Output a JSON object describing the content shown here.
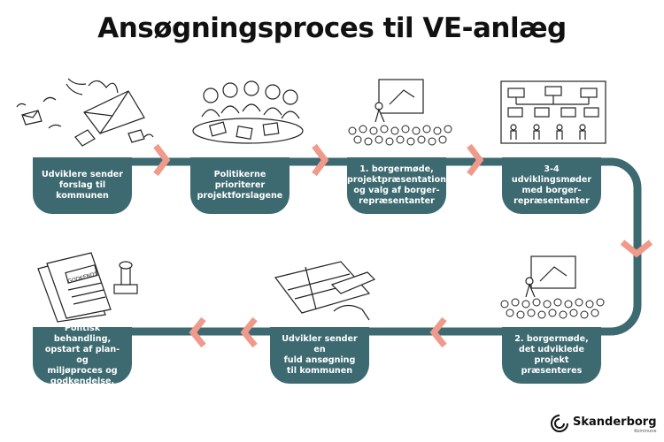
{
  "title": "Ansøgningsproces til VE-anlæg",
  "steps": [
    {
      "lines": [
        "Udviklere sender",
        "forslag til",
        "kommunen"
      ]
    },
    {
      "lines": [
        "Politikerne",
        "prioriterer",
        "projektforslagene"
      ]
    },
    {
      "lines": [
        "1. borgermøde,",
        "projektpræsentation",
        "og valg af borger-",
        "repræsentanter"
      ]
    },
    {
      "lines": [
        "3-4 udviklingsmøder",
        "med borger-",
        "repræsentanter"
      ]
    },
    {
      "lines": [
        "2. borgermøde,",
        "det udviklede",
        "projekt præsenteres"
      ]
    },
    {
      "lines": [
        "Udvikler sender en",
        "fuld ansøgning",
        "til kommunen"
      ]
    },
    {
      "lines": [
        "Politisk behandling,",
        "opstart af plan- og",
        "miljøproces og",
        "godkendelse."
      ]
    }
  ],
  "stamp_text": "GODKENDT",
  "logo": {
    "name": "Skanderborg",
    "sub": "Kommune"
  },
  "colors": {
    "track": "#3d6970",
    "chevron": "#ef9a8a",
    "ink": "#222222"
  }
}
